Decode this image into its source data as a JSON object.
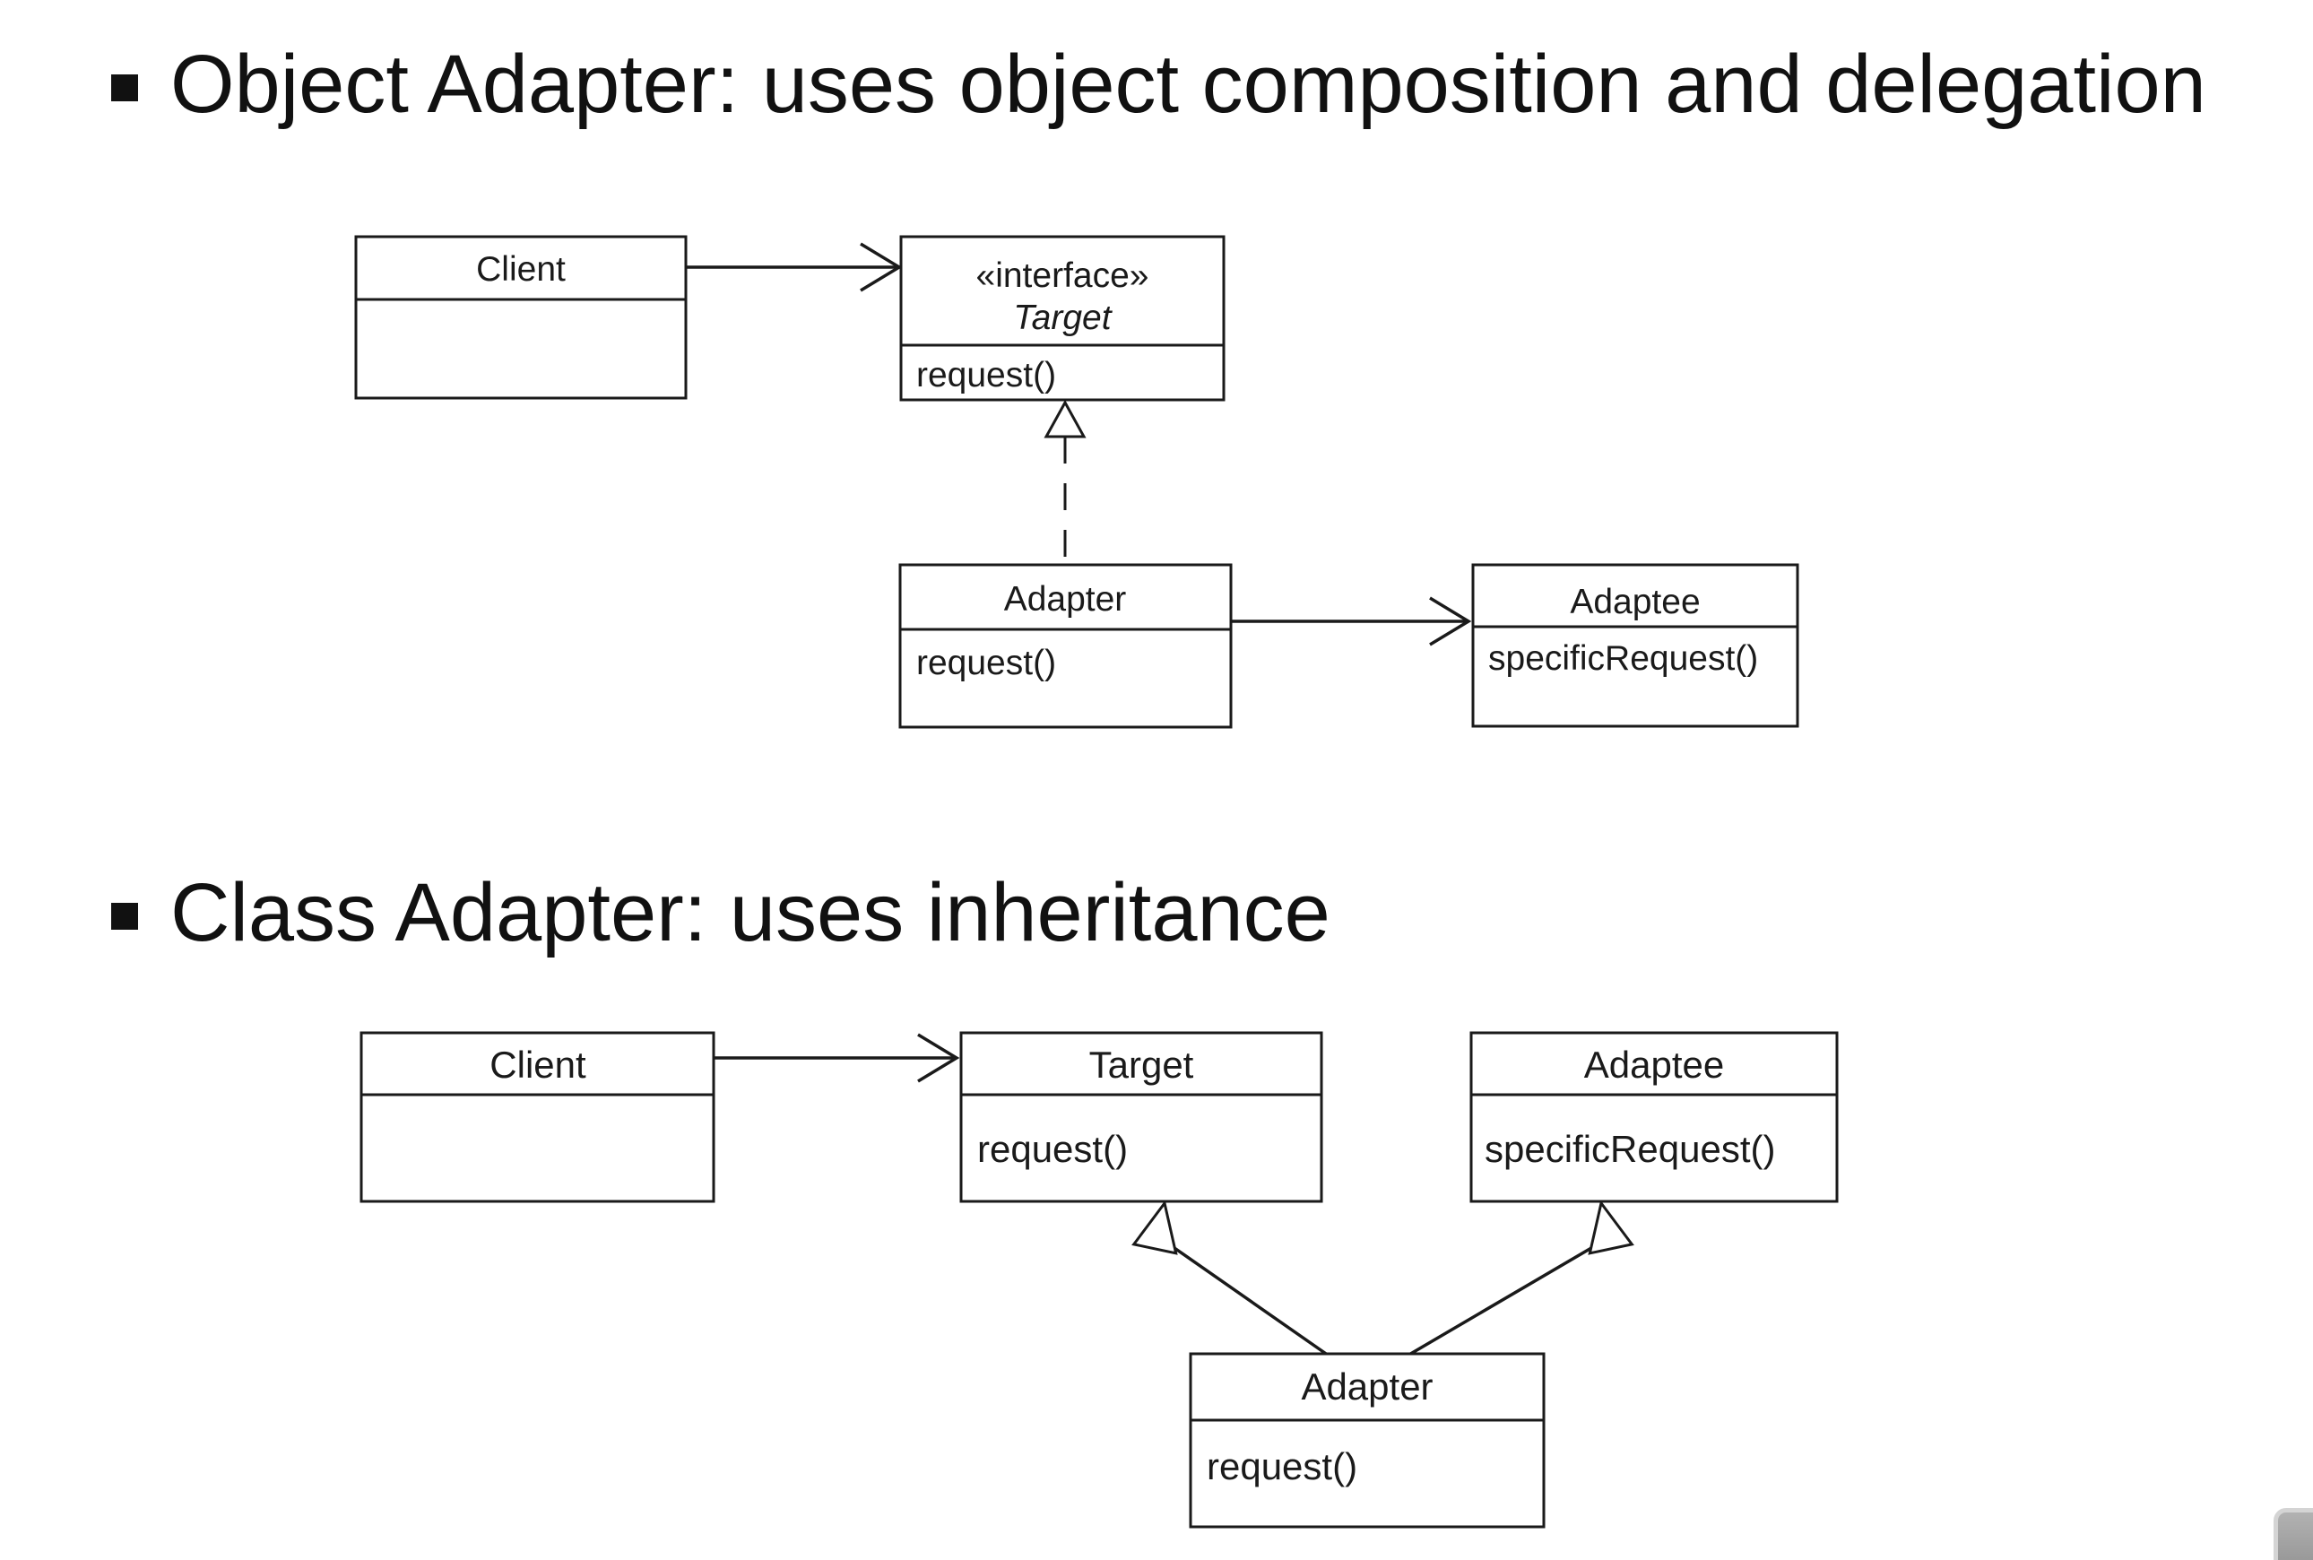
{
  "bullets": {
    "object_adapter": "Object Adapter: uses object composition and delegation",
    "class_adapter": "Class Adapter: uses inheritance"
  },
  "object_adapter_diagram": {
    "client": {
      "name": "Client"
    },
    "target": {
      "stereotype": "«interface»",
      "name": "Target",
      "operation": "request()"
    },
    "adapter": {
      "name": "Adapter",
      "operation": "request()"
    },
    "adaptee": {
      "name": "Adaptee",
      "operation": "specificRequest()"
    }
  },
  "class_adapter_diagram": {
    "client": {
      "name": "Client"
    },
    "target": {
      "name": "Target",
      "operation": "request()"
    },
    "adaptee": {
      "name": "Adaptee",
      "operation": "specificRequest()"
    },
    "adapter": {
      "name": "Adapter",
      "operation": "request()"
    }
  },
  "colors": {
    "ink": "#1a1a1a",
    "background": "#ffffff",
    "corner_button_fill": "#9c9c9c",
    "corner_button_border": "#d4d4d4"
  }
}
